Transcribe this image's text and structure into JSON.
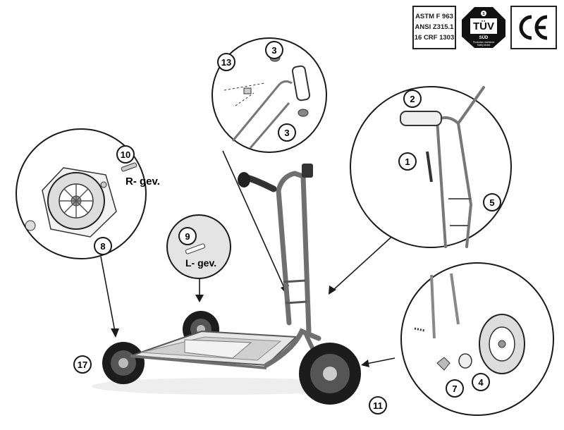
{
  "certifications": {
    "standards_lines": [
      "ASTM F 963",
      "ANSI Z315.1",
      "16 CRF 1303"
    ],
    "tuv_mark": "TÜV",
    "tuv_sub": "SÜD",
    "tuv_fine": "Production monitored",
    "tuv_fine2": "Safety tested",
    "ce_mark": "CE"
  },
  "parts": {
    "p1": "1",
    "p2": "2",
    "p3a": "3",
    "p3b": "3",
    "p4": "4",
    "p5": "5",
    "p7": "7",
    "p8": "8",
    "p9": "9",
    "p10": "10",
    "p11": "11",
    "p13": "13",
    "p17": "17"
  },
  "labels": {
    "right_thread": "R- gev.",
    "left_thread": "L- gev."
  },
  "colors": {
    "line": "#1a1a1a",
    "frame": "#6f6f6f",
    "tire": "#1c1c1c",
    "inset_bg_gray": "#e4e4e4"
  }
}
